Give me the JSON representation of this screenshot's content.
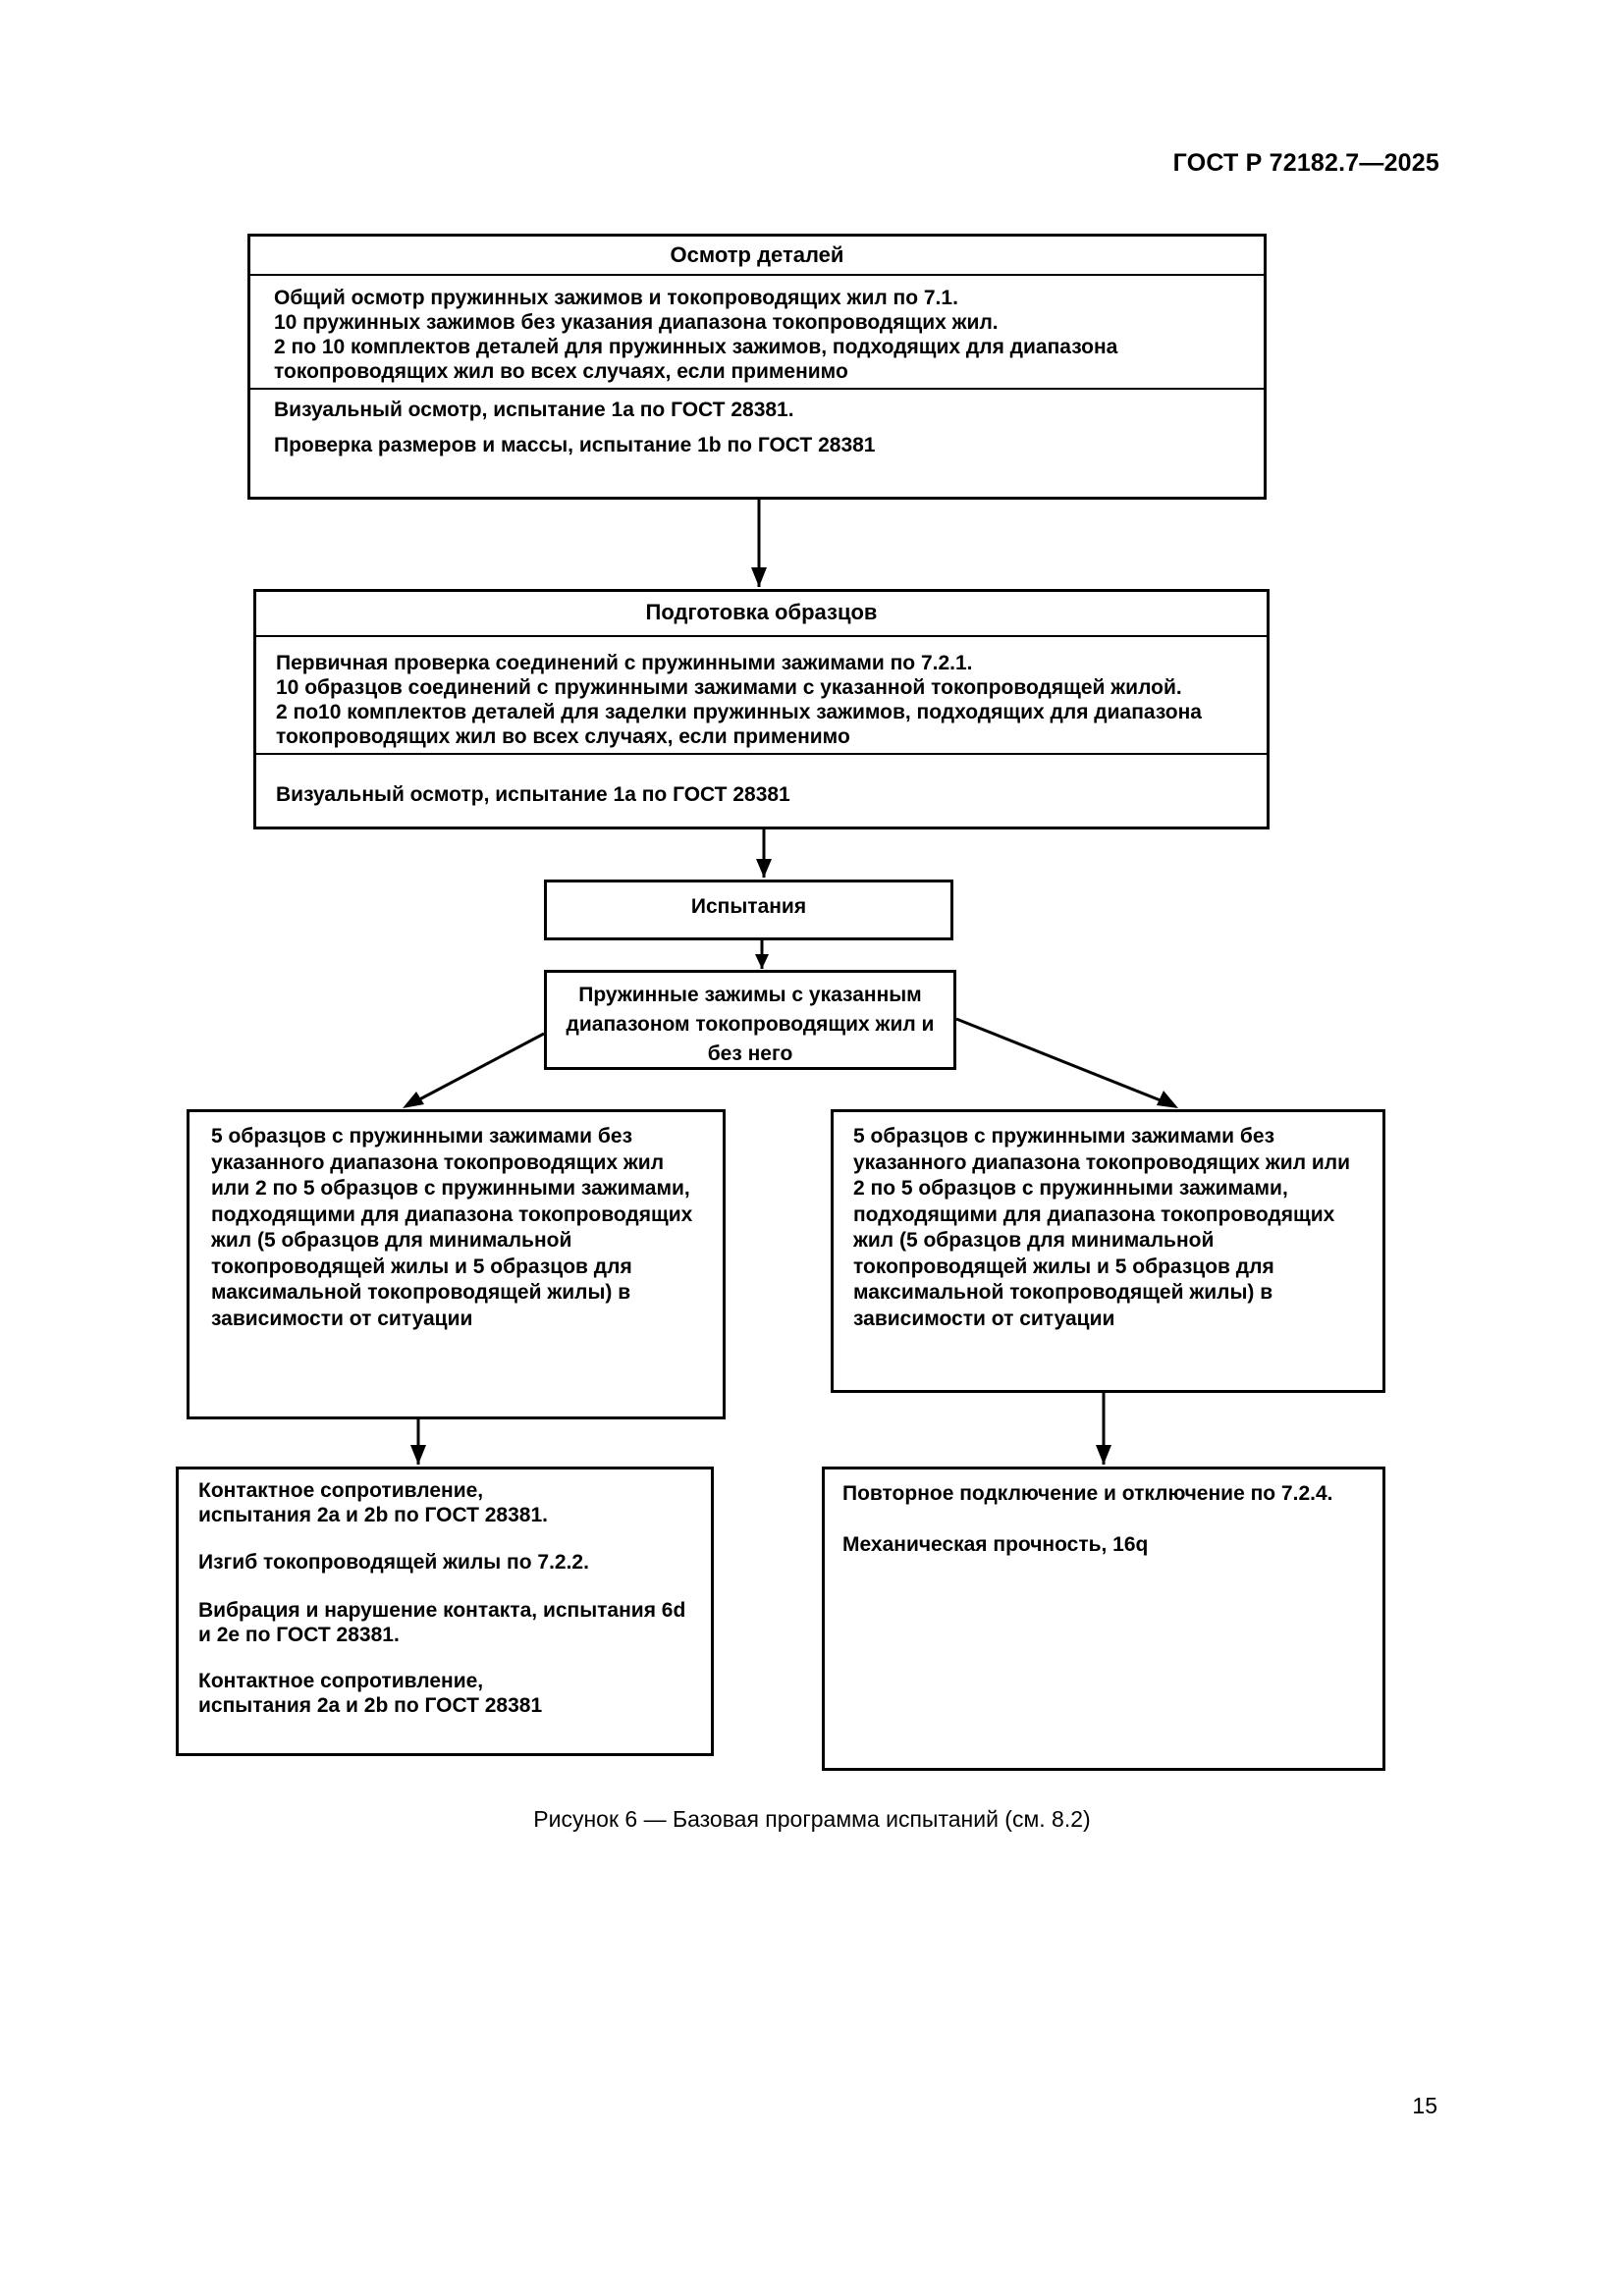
{
  "header": {
    "standard": "ГОСТ Р 72182.7—2025"
  },
  "flowchart": {
    "inspection": {
      "title": "Осмотр деталей",
      "body": "Общий осмотр пружинных зажимов и токопроводящих жил по 7.1.\n10 пружинных зажимов без указания диапазона токопроводящих жил.\n2 по 10 комплектов деталей для пружинных зажимов, подходящих для диапазона\nтокопроводящих жил во всех случаях, если применимо",
      "tests_line1": "Визуальный осмотр, испытание 1а по ГОСТ 28381.",
      "tests_line2": "Проверка размеров и массы, испытание 1b по ГОСТ 28381"
    },
    "preparation": {
      "title": "Подготовка образцов",
      "body": "Первичная проверка соединений с пружинными зажимами по 7.2.1.\n10 образцов соединений с пружинными зажимами с указанной токопроводящей жилой.\n2 по10 комплектов деталей для заделки пружинных зажимов, подходящих для диапазона\nтокопроводящих жил во всех случаях, если применимо",
      "tests": "Визуальный осмотр, испытание 1а по ГОСТ 28381"
    },
    "testing": {
      "title": "Испытания"
    },
    "branch": {
      "text": "Пружинные зажимы с указанным\nдиапазоном токопроводящих жил и\nбез него"
    },
    "left_samples": {
      "text": "5 образцов с пружинными зажимами без\nуказанного диапазона токопроводящих жил\nили 2 по 5 образцов с пружинными зажимами,\nподходящими для диапазона токопроводящих\nжил (5 образцов для минимальной\nтокопроводящей жилы и 5 образцов для\nмаксимальной токопроводящей жилы) в\nзависимости от ситуации"
    },
    "right_samples": {
      "text": "5 образцов с пружинными зажимами без\nуказанного диапазона токопроводящих жил или\n2 по 5 образцов с пружинными зажимами,\nподходящими для диапазона токопроводящих\nжил (5 образцов для минимальной\nтокопроводящей жилы и 5 образцов для\nмаксимальной токопроводящей жилы) в\nзависимости от ситуации"
    },
    "left_tests": {
      "item1": "Контактное сопротивление,\nиспытания 2а и 2b по ГОСТ 28381.",
      "item2": "Изгиб токопроводящей жилы по 7.2.2.",
      "item3": "Вибрация и нарушение контакта, испытания 6d\nи 2е по ГОСТ 28381.",
      "item4": "Контактное сопротивление,\nиспытания 2а и 2b по ГОСТ 28381"
    },
    "right_tests": {
      "item1": "Повторное подключение и отключение по 7.2.4.",
      "item2": "Механическая прочность, 16q"
    }
  },
  "caption": "Рисунок 6 — Базовая программа испытаний (см. 8.2)",
  "page_number": "15"
}
